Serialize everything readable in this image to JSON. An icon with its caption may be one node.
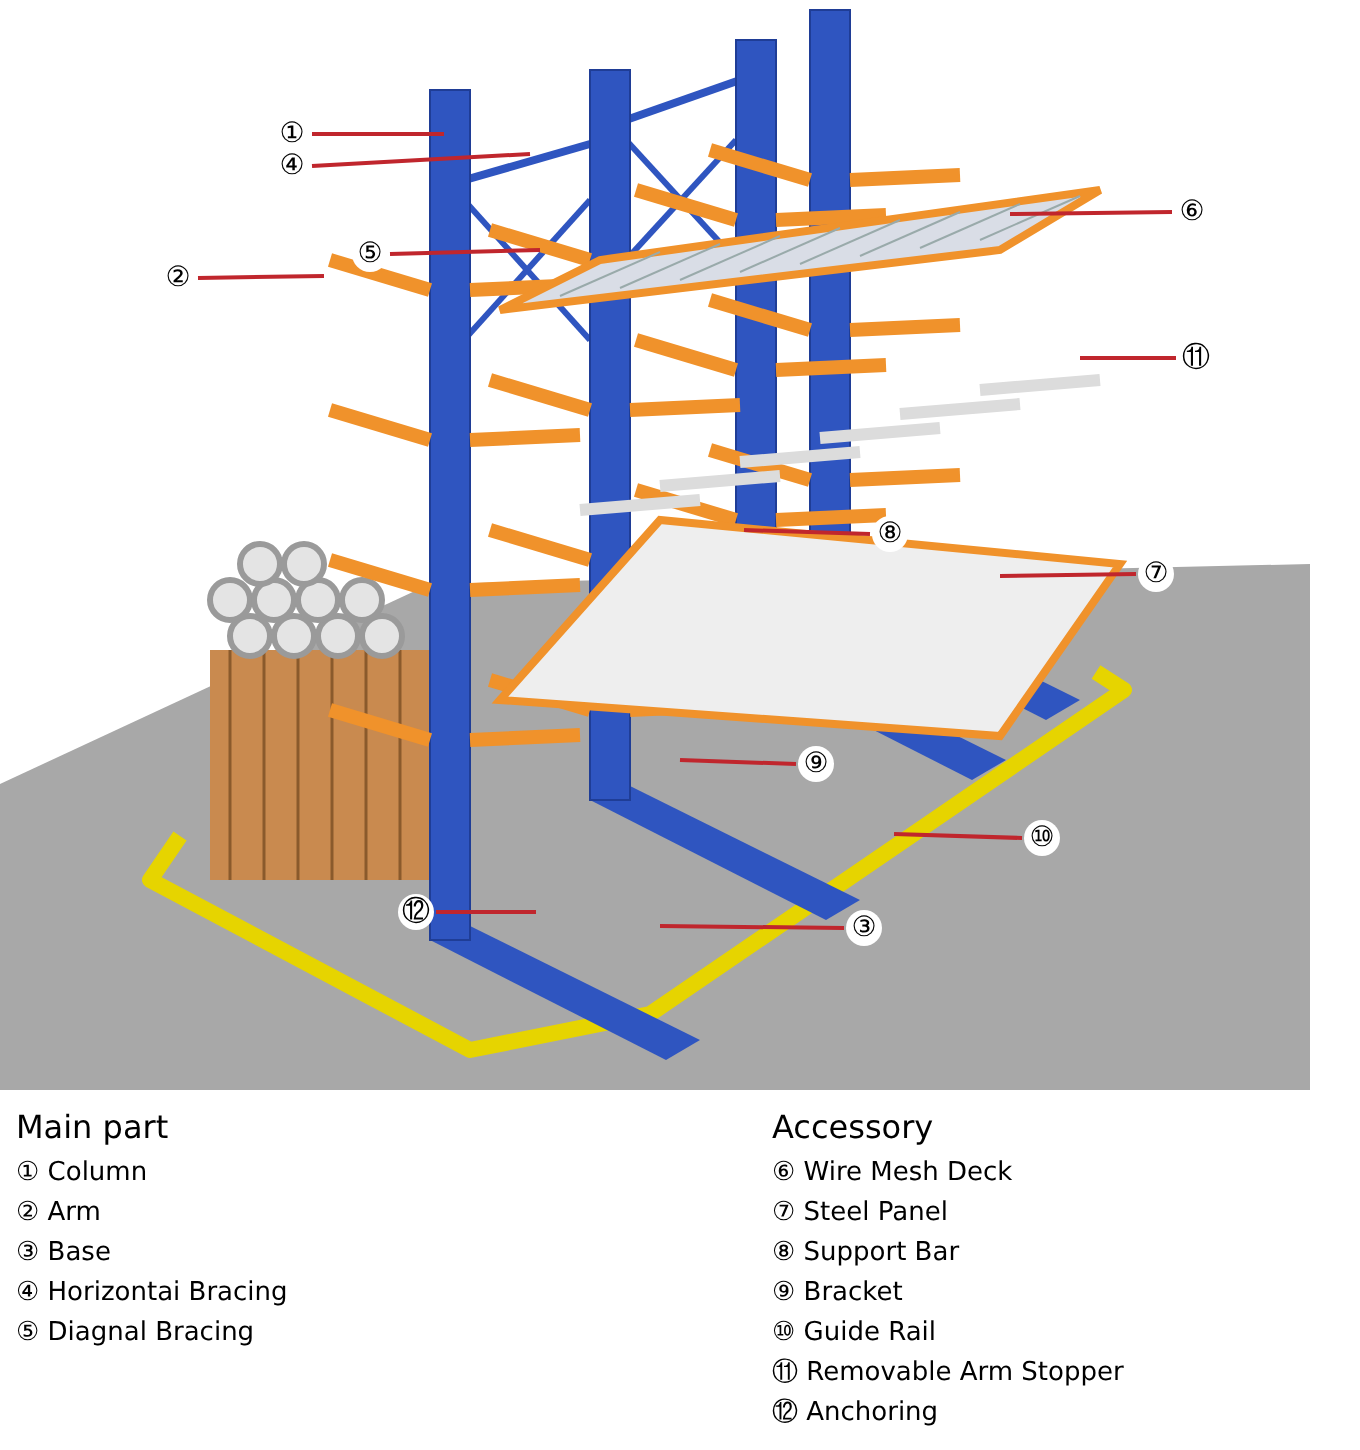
{
  "diagram": {
    "nodes": [
      {
        "text": [
          "①"
        ]
      },
      {
        "text": [
          "④"
        ]
      },
      {
        "text": [
          "⑥"
        ]
      },
      {
        "text": [
          "⑤"
        ]
      },
      {
        "text": [
          "②"
        ]
      },
      {
        "text": [
          "⑪"
        ]
      },
      {
        "text": [
          "⑧"
        ]
      },
      {
        "text": [
          "⑦"
        ]
      },
      {
        "text": [
          "⑨"
        ]
      },
      {
        "text": [
          "⑩"
        ]
      },
      {
        "text": [
          "⑫"
        ]
      },
      {
        "text": [
          "③"
        ]
      }
    ],
    "edges": [
      {
        "from": 0,
        "to": null,
        "arrow": "none"
      },
      {
        "from": 1,
        "to": null,
        "arrow": "none"
      },
      {
        "from": 2,
        "to": null,
        "arrow": "none"
      },
      {
        "from": 3,
        "to": null,
        "arrow": "none"
      },
      {
        "from": 4,
        "to": null,
        "arrow": "none"
      },
      {
        "from": 5,
        "to": null,
        "arrow": "none"
      },
      {
        "from": 6,
        "to": null,
        "arrow": "none"
      },
      {
        "from": 7,
        "to": null,
        "arrow": "none"
      },
      {
        "from": 8,
        "to": null,
        "arrow": "none"
      },
      {
        "from": 9,
        "to": null,
        "arrow": "none"
      },
      {
        "from": 10,
        "to": null,
        "arrow": "none"
      },
      {
        "from": 11,
        "to": null,
        "arrow": "none"
      }
    ],
    "labels": [
      "Main part",
      "① Column",
      "② Arm",
      "③ Base",
      "④ Horizontai Bracing",
      "⑤ Diagnal Bracing",
      "Accessory",
      "⑥ Wire Mesh Deck",
      "⑦ Steel Panel",
      "⑧ Support Bar",
      "⑨ Bracket",
      "⑩ Guide Rail",
      "⑪ Removable Arm Stopper",
      "⑫ Anchoring"
    ]
  }
}
